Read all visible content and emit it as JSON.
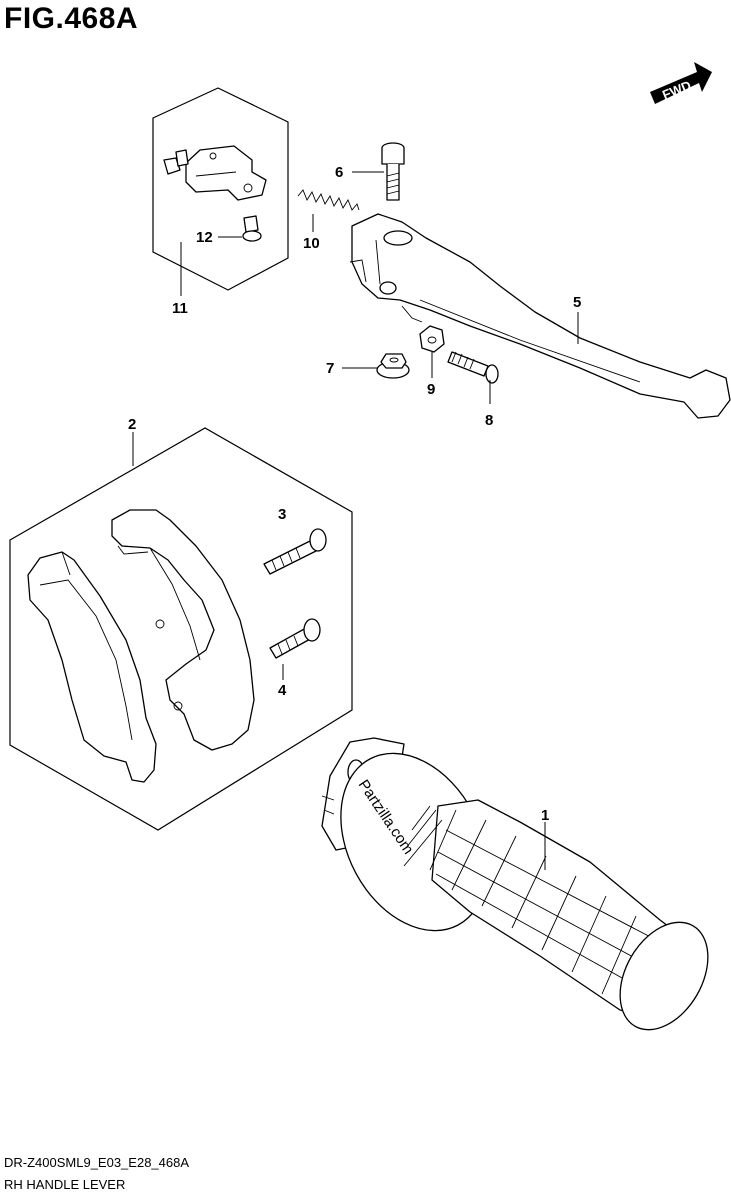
{
  "figure": {
    "title": "FIG.468A",
    "code": "DR-Z400SML9_E03_E28_468A",
    "name": "RH HANDLE LEVER"
  },
  "direction_badge": "FWD",
  "watermark": "Partzilla.com",
  "callouts": [
    {
      "id": "c1",
      "label": "1"
    },
    {
      "id": "c2",
      "label": "2"
    },
    {
      "id": "c3",
      "label": "3"
    },
    {
      "id": "c4",
      "label": "4"
    },
    {
      "id": "c5",
      "label": "5"
    },
    {
      "id": "c6",
      "label": "6"
    },
    {
      "id": "c7",
      "label": "7"
    },
    {
      "id": "c8",
      "label": "8"
    },
    {
      "id": "c9",
      "label": "9"
    },
    {
      "id": "c10",
      "label": "10"
    },
    {
      "id": "c11",
      "label": "11"
    },
    {
      "id": "c12",
      "label": "12"
    }
  ]
}
